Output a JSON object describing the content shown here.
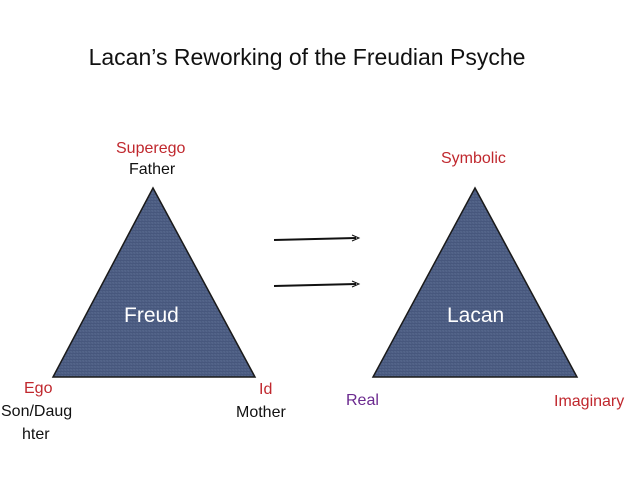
{
  "title": "Lacan’s Reworking of the Freudian Psyche",
  "freud": {
    "center": "Freud",
    "top_label": "Superego",
    "top_sub": "Father",
    "left_label": "Ego",
    "left_sub_line1": "Son/Daug",
    "left_sub_line2": "hter",
    "right_label": "Id",
    "right_sub": "Mother"
  },
  "lacan": {
    "center": "Lacan",
    "top_label": "Symbolic",
    "left_label": "Real",
    "right_label": "Imaginary"
  },
  "colors": {
    "triangle_fill": "#4a5a7e",
    "triangle_stroke": "#1a1a1a",
    "label_red": "#c0282e",
    "label_purple": "#6b2a8f",
    "text_black": "#111111"
  }
}
